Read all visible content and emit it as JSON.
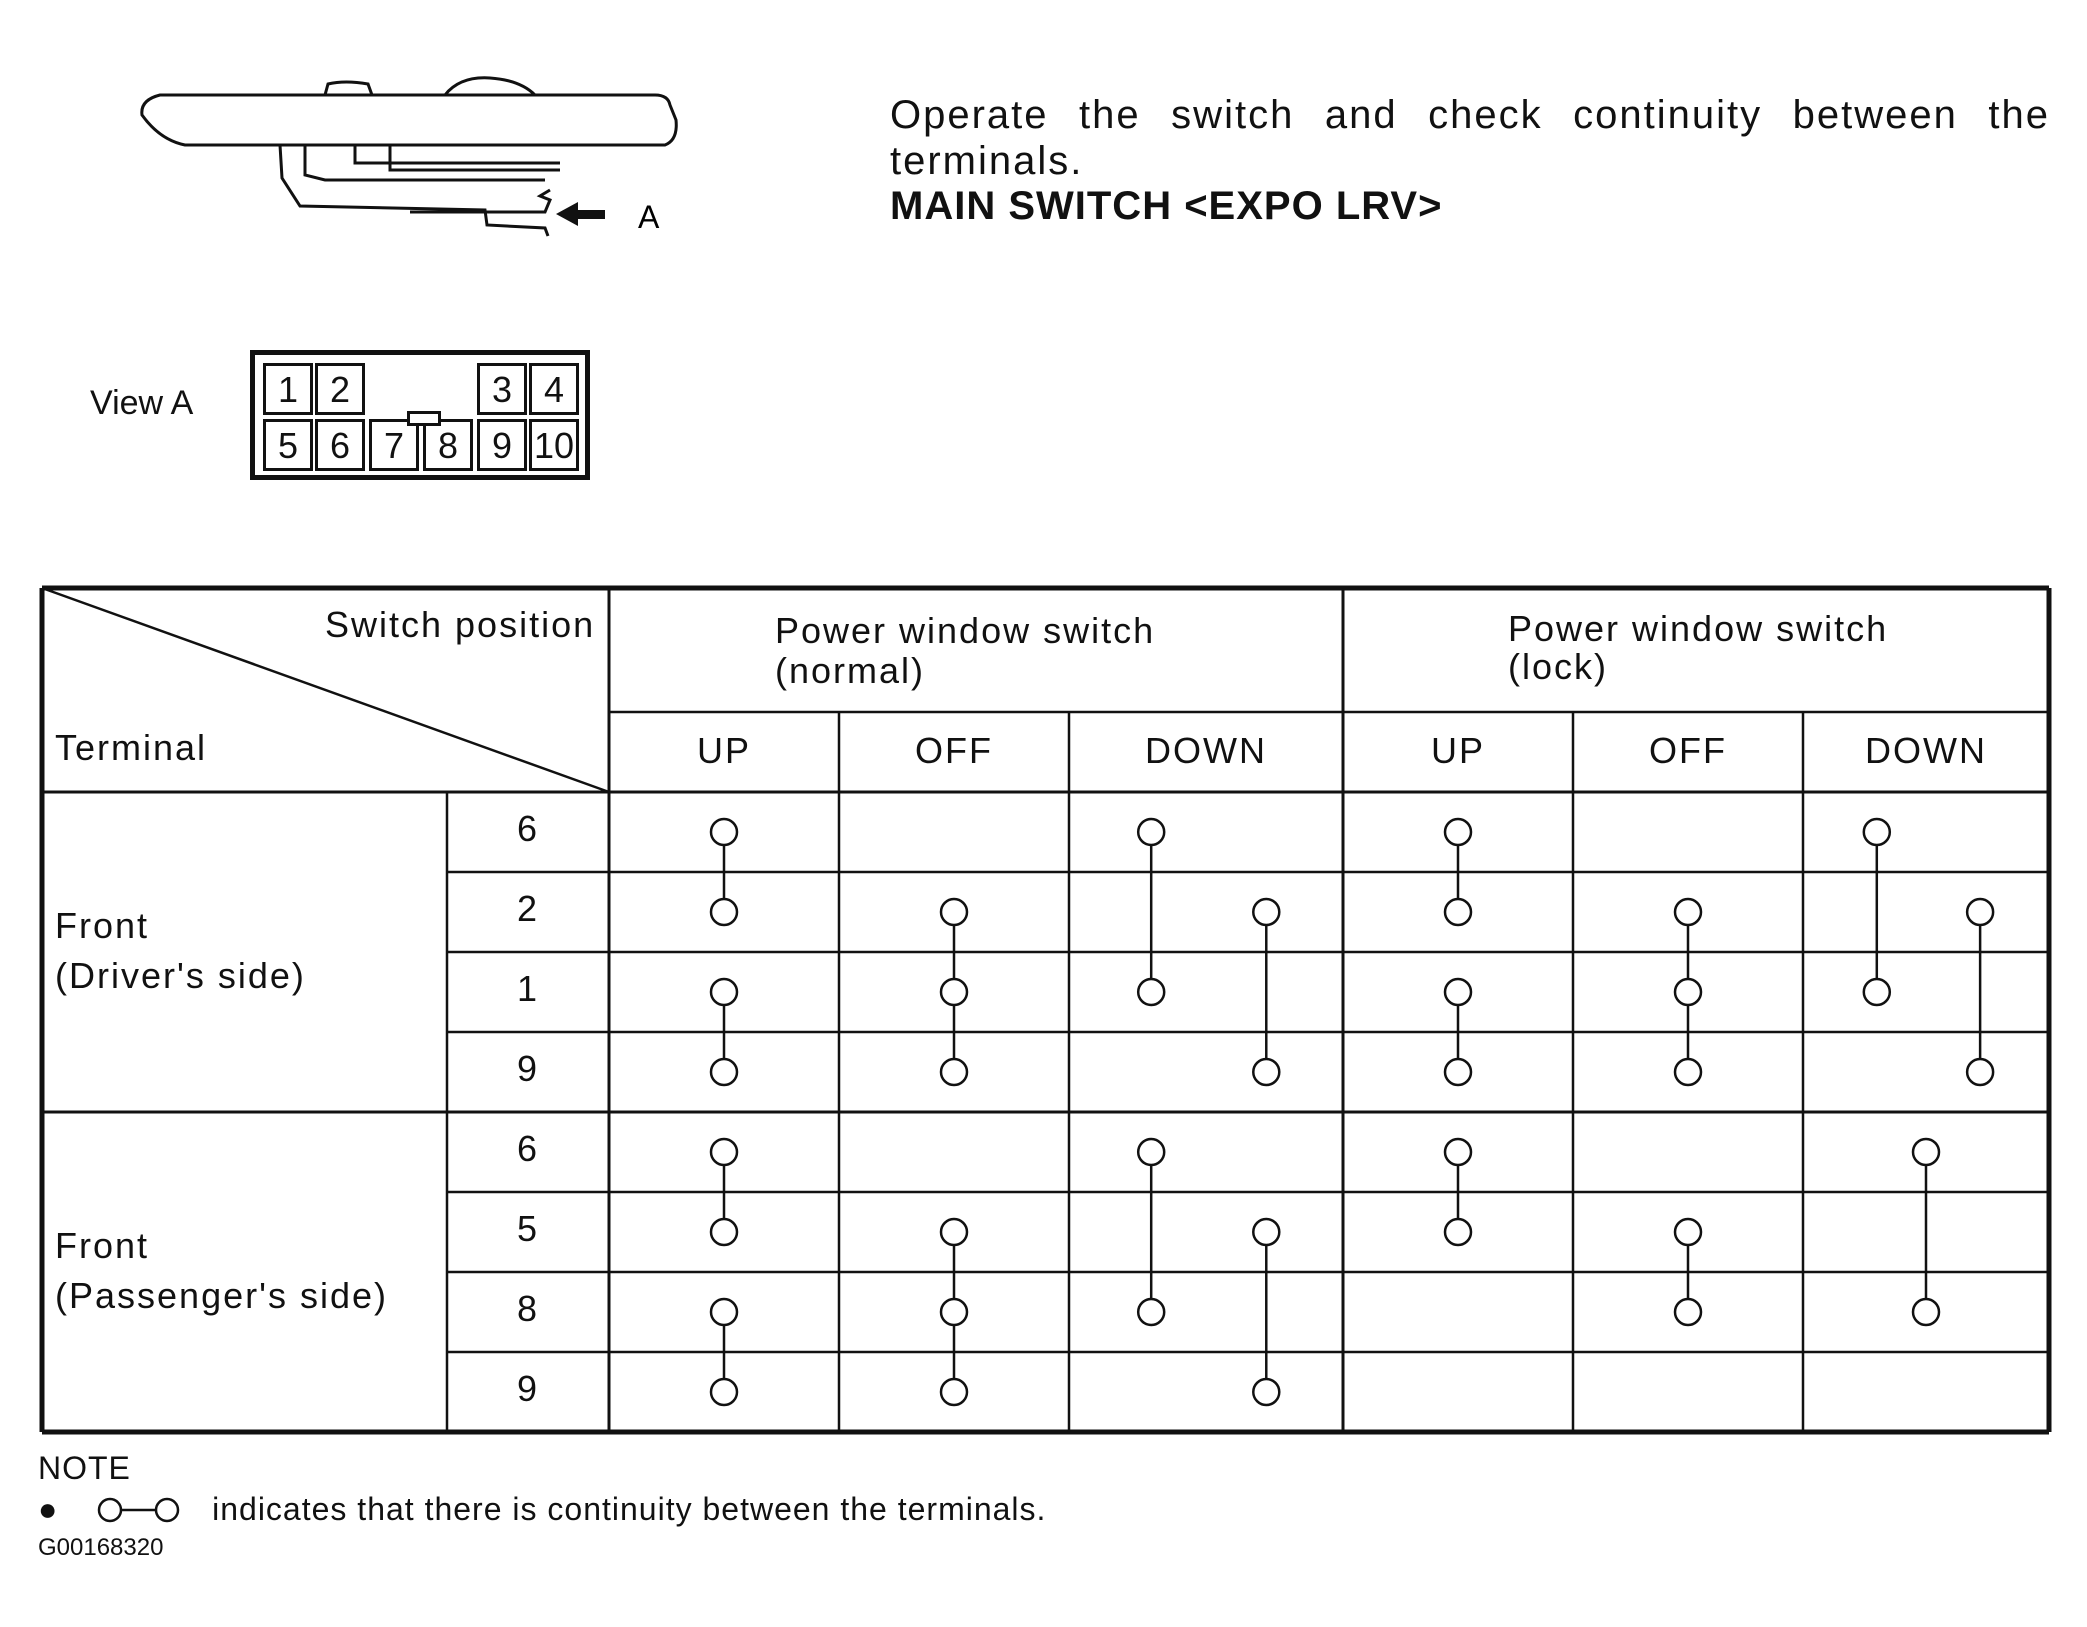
{
  "instruction": "Operate the switch and check continuity between the terminals.",
  "heading": "MAIN SWITCH <EXPO LRV>",
  "figure": {
    "arrow_label": "A",
    "view_label": "View A",
    "connector_pins_top": [
      "1",
      "2",
      "3",
      "4"
    ],
    "connector_pins_bottom": [
      "5",
      "6",
      "7",
      "8",
      "9",
      "10"
    ]
  },
  "table": {
    "corner_top": "Switch position",
    "corner_bottom": "Terminal",
    "groups": [
      {
        "label": "Power window switch",
        "sub": "(normal)",
        "positions": [
          "UP",
          "OFF",
          "DOWN"
        ]
      },
      {
        "label": "Power window switch",
        "sub": "(lock)",
        "positions": [
          "UP",
          "OFF",
          "DOWN"
        ]
      }
    ],
    "sections": [
      {
        "name": "Front",
        "side": "(Driver's side)",
        "terminals": [
          "6",
          "2",
          "1",
          "9"
        ]
      },
      {
        "name": "Front",
        "side": "(Passenger's side)",
        "terminals": [
          "6",
          "5",
          "8",
          "9"
        ]
      }
    ],
    "continuity": [
      {
        "section": 0,
        "column": 0,
        "lanes": [
          {
            "rows": [
              0,
              1
            ]
          },
          {
            "rows": [
              2,
              3
            ]
          }
        ]
      },
      {
        "section": 0,
        "column": 1,
        "lanes": [
          {
            "rows": [
              1,
              2,
              3
            ]
          }
        ]
      },
      {
        "section": 0,
        "column": 2,
        "lanes": [
          {
            "rows": [
              0,
              2
            ]
          },
          {
            "rows": [
              1,
              3
            ]
          }
        ]
      },
      {
        "section": 0,
        "column": 3,
        "lanes": [
          {
            "rows": [
              0,
              1
            ]
          },
          {
            "rows": [
              2,
              3
            ]
          }
        ]
      },
      {
        "section": 0,
        "column": 4,
        "lanes": [
          {
            "rows": [
              1,
              2,
              3
            ]
          }
        ]
      },
      {
        "section": 0,
        "column": 5,
        "lanes": [
          {
            "rows": [
              0,
              2
            ]
          },
          {
            "rows": [
              1,
              3
            ]
          }
        ]
      },
      {
        "section": 1,
        "column": 0,
        "lanes": [
          {
            "rows": [
              0,
              1
            ]
          },
          {
            "rows": [
              2,
              3
            ]
          }
        ]
      },
      {
        "section": 1,
        "column": 1,
        "lanes": [
          {
            "rows": [
              1,
              2,
              3
            ]
          }
        ]
      },
      {
        "section": 1,
        "column": 2,
        "lanes": [
          {
            "rows": [
              0,
              2
            ]
          },
          {
            "rows": [
              1,
              3
            ]
          }
        ]
      },
      {
        "section": 1,
        "column": 3,
        "lanes": [
          {
            "rows": [
              0,
              1
            ]
          }
        ]
      },
      {
        "section": 1,
        "column": 4,
        "lanes": [
          {
            "rows": [
              1,
              2
            ]
          }
        ]
      },
      {
        "section": 1,
        "column": 5,
        "lanes": [
          {
            "rows": [
              0,
              2
            ]
          }
        ]
      }
    ]
  },
  "note": {
    "title": "NOTE",
    "bullet": "●",
    "text": "indicates that there is continuity between the terminals."
  },
  "figure_code": "G00168320"
}
